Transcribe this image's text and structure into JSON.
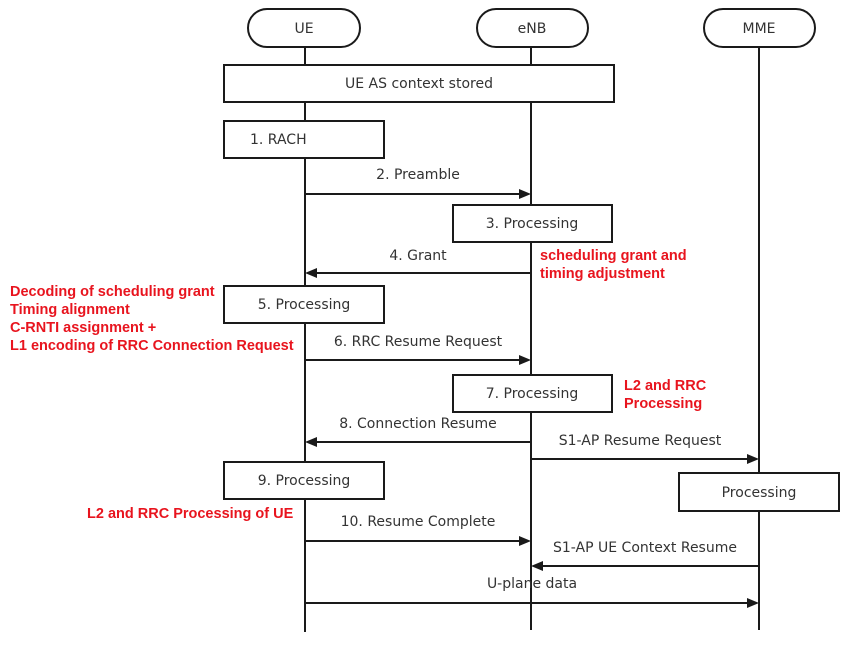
{
  "diagram": {
    "type": "sequence",
    "participants": [
      {
        "id": "ue",
        "label": "UE"
      },
      {
        "id": "enb",
        "label": "eNB"
      },
      {
        "id": "mme",
        "label": "MME"
      }
    ],
    "context_box": "UE AS context stored",
    "steps": {
      "rach": "1. RACH",
      "preamble": "2. Preamble",
      "processing3": "3. Processing",
      "grant": "4. Grant",
      "processing5": "5. Processing",
      "rrc_resume_request": "6. RRC Resume Request",
      "processing7": "7. Processing",
      "connection_resume": "8. Connection Resume",
      "s1ap_resume_request": "S1-AP Resume Request",
      "processing9": "9. Processing",
      "mme_processing": "Processing",
      "resume_complete": "10. Resume Complete",
      "s1ap_ue_context_resume": "S1-AP UE Context Resume",
      "uplane_data": "U-plane data"
    },
    "annotations": {
      "grant_note": [
        "scheduling grant and",
        "timing adjustment"
      ],
      "ue_processing_note": [
        "Decoding of scheduling grant",
        "Timing alignment",
        "C-RNTI assignment +",
        "L1 encoding of RRC Connection Request"
      ],
      "enb_processing_note": [
        "L2 and RRC",
        "Processing"
      ],
      "ue_l2_note": "L2 and RRC Processing of UE"
    },
    "colors": {
      "annotation": "#e8141e",
      "lines": "#1a1a1a",
      "text": "#333333"
    }
  }
}
